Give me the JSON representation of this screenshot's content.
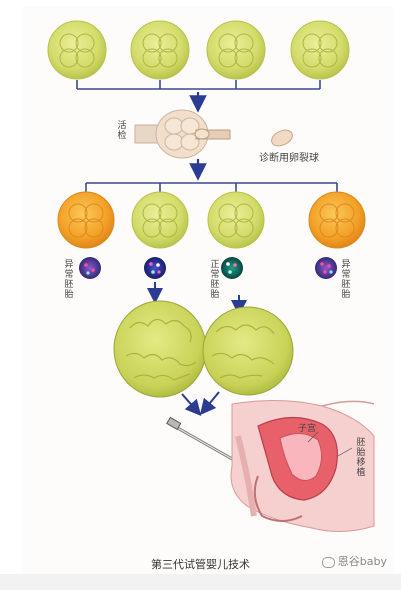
{
  "labels": {
    "biopsy": "活检",
    "diagnostic_blastomere": "诊断用卵裂球",
    "abnormal_embryo": "异常胚胎",
    "normal_embryo": "正常胚胎",
    "uterus": "子宫",
    "embryo_transfer": "胚胎移植"
  },
  "caption": "第三代试管婴儿技术",
  "watermark": "恩谷baby",
  "colors": {
    "embryo_green": "#d4dd6e",
    "embryo_orange": "#f3a127",
    "arrow_blue": "#2b3d93",
    "line_blue": "#3a4a8c"
  }
}
